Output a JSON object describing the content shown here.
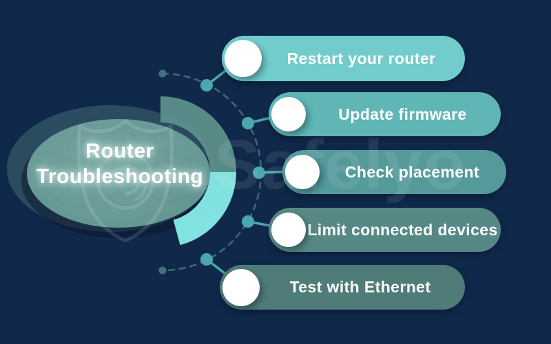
{
  "title": {
    "line1": "Router",
    "line2": "Troubleshooting"
  },
  "watermark": {
    "brand": "Safelyo"
  },
  "steps": [
    {
      "label": "Restart your router",
      "color": "#72cccc"
    },
    {
      "label": "Update firmware",
      "color": "#5fb6b5"
    },
    {
      "label": "Check placement",
      "color": "#549a9b"
    },
    {
      "label": "Limit connected devices",
      "color": "#568986"
    },
    {
      "label": "Test with Ethernet",
      "color": "#4f7c78"
    }
  ],
  "colors": {
    "background": "#10294a",
    "ellipse": "#6aa09b",
    "arc_upper": "#5d8f8b",
    "arc_lower": "#82e2df",
    "dashed_arc": "#3f6879",
    "connector": "#4aa7ad",
    "end_dot": "#45707f",
    "text": "#ffffff"
  }
}
